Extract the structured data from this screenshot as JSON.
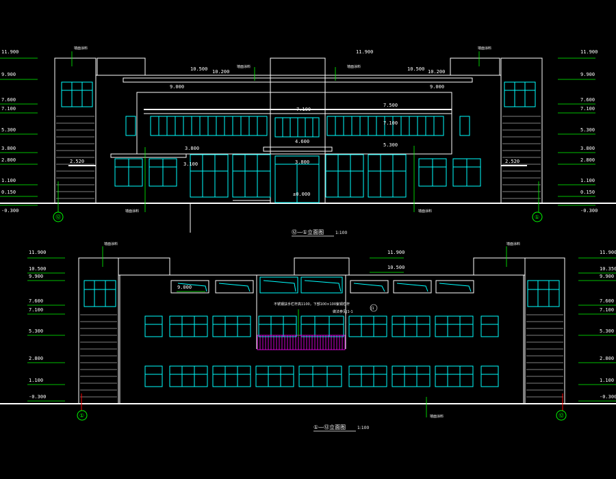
{
  "front_elevation": {
    "title": "⑫—①立面图",
    "scale": "1:100",
    "axis_left": "⑫",
    "axis_right": "①",
    "left_levels": [
      "11.900",
      "9.900",
      "7.600",
      "7.100",
      "5.300",
      "3.800",
      "2.800",
      "1.100",
      "0.150",
      "-0.300"
    ],
    "right_levels": [
      "11.900",
      "9.900",
      "7.600",
      "7.100",
      "5.300",
      "3.800",
      "2.800",
      "1.100",
      "0.150",
      "-0.300"
    ],
    "inline_levels": [
      "11.900",
      "10.500",
      "10.200",
      "10.500",
      "10.200",
      "9.000",
      "9.000",
      "7.100",
      "7.500",
      "7.100",
      "5.300",
      "4.600",
      "3.800",
      "3.800",
      "3.100",
      "2.520",
      "2.520",
      "±0.000"
    ],
    "callouts": [
      "墙面涂料",
      "墙面涂料",
      "墙面涂料",
      "墙面涂料",
      "墙面涂料",
      "墙面涂料"
    ]
  },
  "back_elevation": {
    "title": "①—⑫立面图",
    "scale": "1:100",
    "axis_left": "①",
    "axis_right": "⑫",
    "left_levels": [
      "11.900",
      "10.500",
      "9.900",
      "7.600",
      "7.100",
      "5.300",
      "2.800",
      "1.100",
      "-0.300"
    ],
    "right_levels": [
      "11.900",
      "10.350",
      "9.900",
      "7.600",
      "7.100",
      "5.300",
      "2.800",
      "1.100",
      "-0.300"
    ],
    "inline_levels": [
      "11.900",
      "10.500",
      "9.000"
    ],
    "note_line1": "不锈钢扶手栏杆高1100，下部100×100紫铜栏杆",
    "note_line2": "做法参见J1-1",
    "note_ref": "J1",
    "callouts": [
      "墙面涂料",
      "墙面涂料",
      "墙面涂料"
    ]
  },
  "colors": {
    "line": "#ffffff",
    "window": "#00ffff",
    "dim": "#00ff00",
    "axis": "#ff0000",
    "rail": "#ff00ff"
  }
}
